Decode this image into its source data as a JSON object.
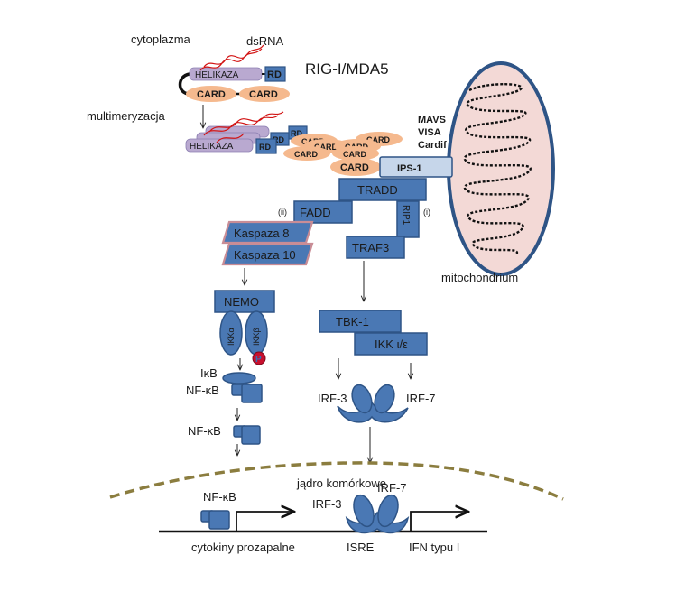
{
  "labels": {
    "cytoplazma": "cytoplazma",
    "dsrna": "dsRNA",
    "rig_mda5": "RIG-I/MDA5",
    "multimeryzacja": "multimeryzacja",
    "mavs": "MAVS",
    "visa": "VISA",
    "cardif": "Cardif",
    "mitochondrium": "mitochondrium",
    "jadro": "jądro komórkowe",
    "cytokiny": "cytokiny prozapalne",
    "isre": "ISRE",
    "ifn": "IFN typu I",
    "path_ii": "(ii)",
    "path_i": "(i)"
  },
  "domains": {
    "helikaza": "HELIKAZA",
    "rd": "RD",
    "card": "CARD"
  },
  "proteins": {
    "ips1": "IPS-1",
    "tradd": "TRADD",
    "fadd": "FADD",
    "rip1": "RIP1",
    "kaspaza8": "Kaspaza 8",
    "kaspaza10": "Kaspaza 10",
    "traf3": "TRAF3",
    "nemo": "NEMO",
    "ikka": "IKKα",
    "ikkb": "IKKβ",
    "p": "P",
    "ikb": "IκB",
    "nfkb": "NF-κB",
    "tbk1": "TBK-1",
    "ikke": "IKK ι/ε",
    "irf3": "IRF-3",
    "irf7": "IRF-7"
  },
  "colors": {
    "protein_blue": "#4a78b4",
    "card_orange": "#f5b98e",
    "helikaza_purple": "#b9a9d0",
    "dsrna_red": "#d21414",
    "mito_fill": "#f3d9d6",
    "membrane_olive": "#8b7d3f",
    "phospho_red": "#c8102e"
  }
}
